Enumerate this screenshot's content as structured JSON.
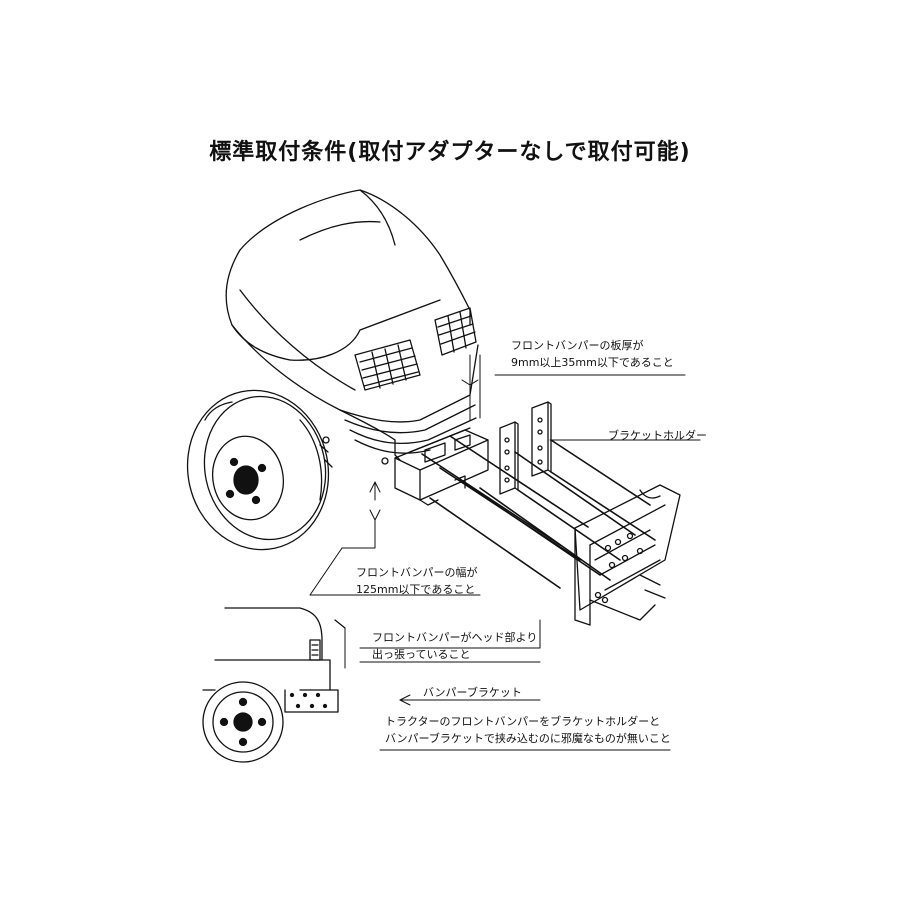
{
  "title": "標準取付条件(取付アダプターなしで取付可能)",
  "annotations": {
    "bumper_thickness_line1": "フロントバンパーの板厚が",
    "bumper_thickness_line2": "9mm以上35mm以下であること",
    "bracket_holder": "ブラケットホルダー",
    "bumper_width_line1": "フロントバンパーの幅が",
    "bumper_width_line2": "125mm以下であること",
    "bumper_protrude_line1": "フロントバンパーがヘッド部より",
    "bumper_protrude_line2": "出っ張っていること",
    "bumper_bracket": "バンパーブラケット",
    "clamp_line1": "トラクターのフロントバンパーをブラケットホルダーと",
    "clamp_line2": "バンパーブラケットで挟み込むのに邪魔なものが無いこと"
  },
  "colors": {
    "ink": "#111111",
    "paper": "#ffffff"
  }
}
